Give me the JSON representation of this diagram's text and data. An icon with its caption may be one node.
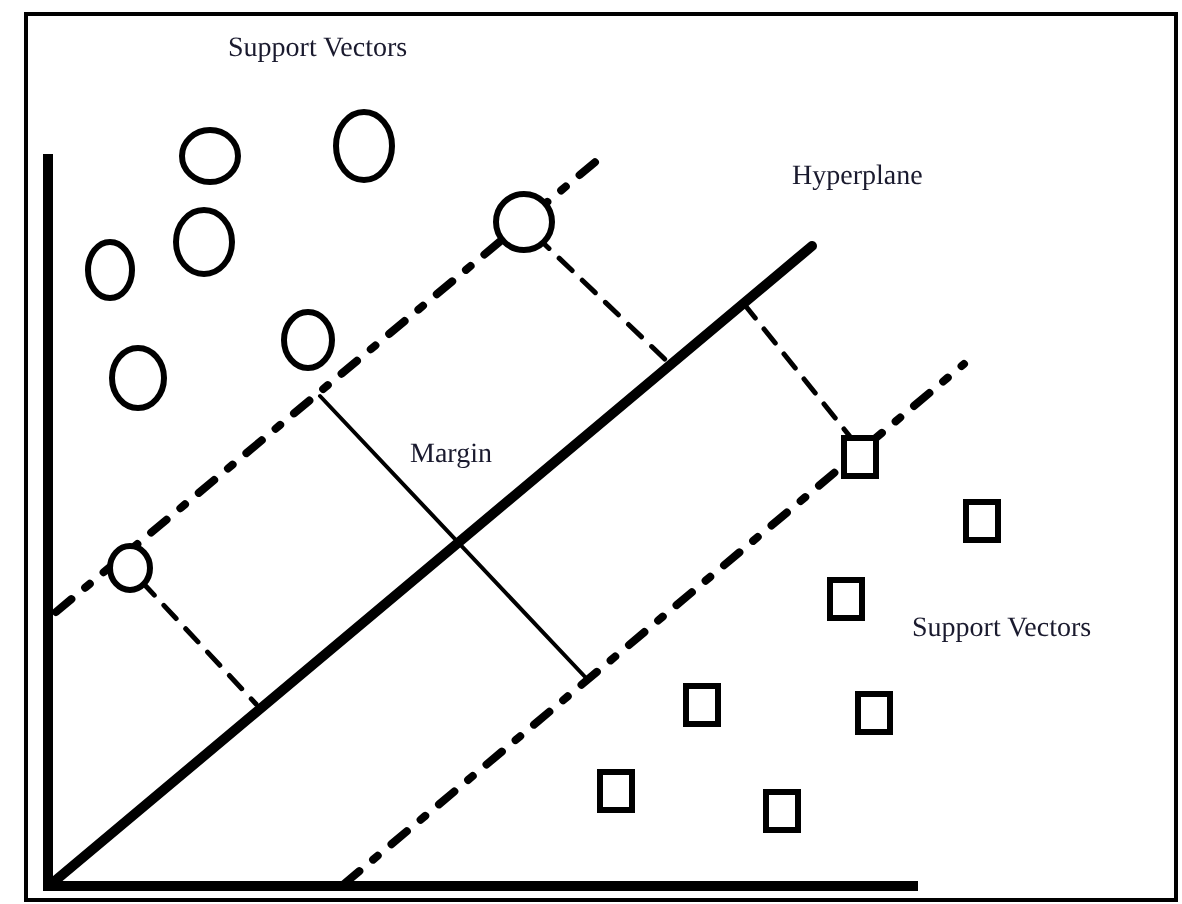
{
  "diagram": {
    "labels": [
      "Support Vectors",
      "Hyperplane",
      "Margin",
      "Support Vectors"
    ]
  }
}
